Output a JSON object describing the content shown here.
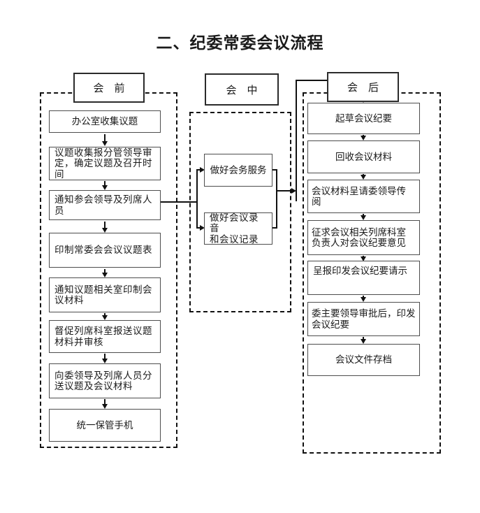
{
  "title": "二、纪委常委会议流程",
  "columns": {
    "pre": {
      "header": "会　前",
      "boxes": [
        "办公室收集议题",
        "议题收集报分管领导审\n定，确定议题及召开时间",
        "通知参会领导及列席人\n员",
        "印制常委会会议议题表",
        "通知议题相关室印制会\n议材料",
        "督促列席科室报送议题\n材料并审核",
        "向委领导及列席人员分\n送议题及会议材料",
        "统一保管手机"
      ]
    },
    "during": {
      "header": "会　中",
      "boxes": [
        "做好会务服务",
        "做好会议录音\n和会议记录"
      ]
    },
    "post": {
      "header": "会　后",
      "boxes": [
        "起草会议纪要",
        "回收会议材料",
        "会议材料呈请委领导传\n阅",
        "征求会议相关列席科室\n负责人对会议纪要意见",
        "呈报印发会议纪要请示",
        "委主要领导审批后，印发\n会议纪要",
        "会议文件存档"
      ]
    }
  },
  "colors": {
    "background": "#ffffff",
    "line": "#111111",
    "box_border": "#4d4d4d",
    "text": "#1a1a1a"
  }
}
